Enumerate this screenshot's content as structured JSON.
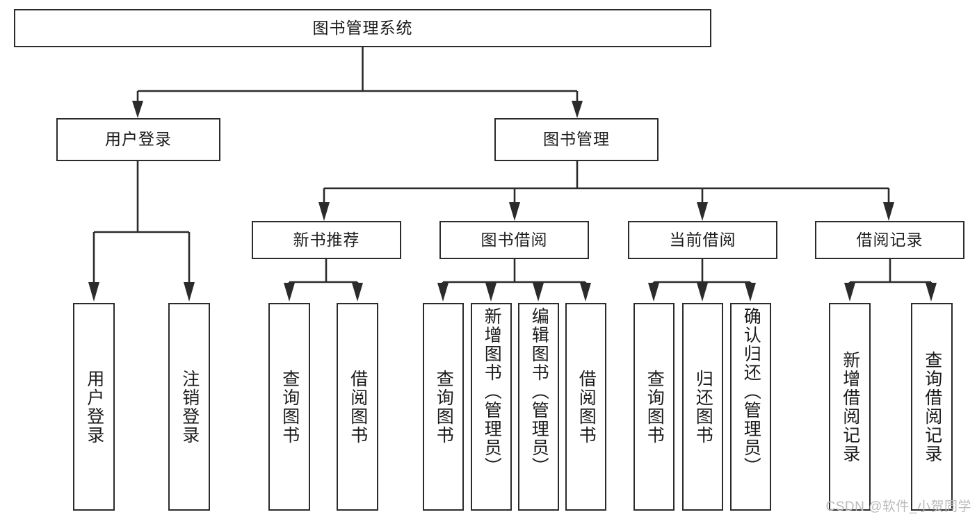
{
  "diagram": {
    "title": "图书管理系统",
    "type": "tree-hierarchy-diagram",
    "colors": {
      "stroke": "#2b2b2b",
      "fill": "#ffffff",
      "text": "#1b1b1b",
      "watermark": "#b9b9b9"
    }
  },
  "root": {
    "label": "图书管理系统"
  },
  "level2": [
    {
      "label": "用户登录"
    },
    {
      "label": "图书管理"
    }
  ],
  "level3": [
    {
      "label": "新书推荐"
    },
    {
      "label": "图书借阅"
    },
    {
      "label": "当前借阅"
    },
    {
      "label": "借阅记录"
    }
  ],
  "leaves": {
    "user_login": [
      {
        "label": "用户登录"
      },
      {
        "label": "注销登录"
      }
    ],
    "new_book_recommend": [
      {
        "label": "查询图书"
      },
      {
        "label": "借阅图书"
      }
    ],
    "book_borrow": [
      {
        "label": "查询图书"
      },
      {
        "label": "新增图书（管理员）"
      },
      {
        "label": "编辑图书（管理员）"
      },
      {
        "label": "借阅图书"
      }
    ],
    "current_borrow": [
      {
        "label": "查询图书"
      },
      {
        "label": "归还图书"
      },
      {
        "label": "确认归还（管理员）"
      }
    ],
    "borrow_record": [
      {
        "label": "新增借阅记录"
      },
      {
        "label": "查询借阅记录"
      }
    ]
  },
  "watermark": {
    "text": "CSDN @软件_小贺同学"
  }
}
